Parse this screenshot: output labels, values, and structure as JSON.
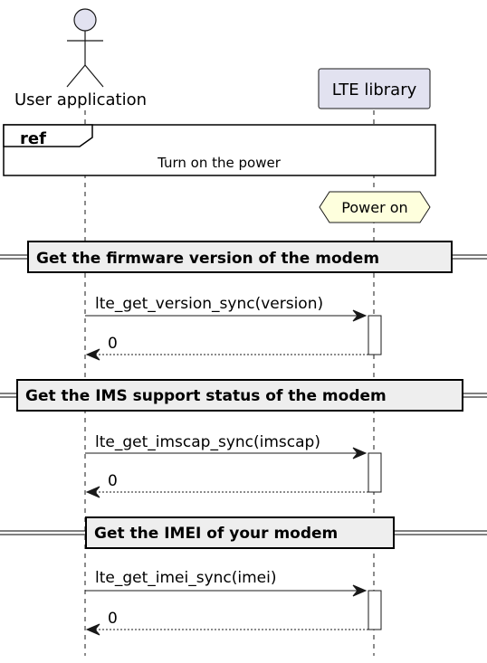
{
  "participants": {
    "user": {
      "label": "User application"
    },
    "lte": {
      "label": "LTE library"
    }
  },
  "ref": {
    "tag": "ref",
    "text": "Turn on the power"
  },
  "state": {
    "label": "Power on"
  },
  "sections": [
    {
      "title": "Get the firmware version of the modem",
      "call": "lte_get_version_sync(version)",
      "return": "0"
    },
    {
      "title": "Get the IMS support status of the modem",
      "call": "lte_get_imscap_sync(imscap)",
      "return": "0"
    },
    {
      "title": "Get the IMEI of your modem",
      "call": "lte_get_imei_sync(imei)",
      "return": "0"
    }
  ],
  "colors": {
    "participant_fill": "#E2E2F0",
    "divider_fill": "#EEEEEE",
    "state_fill": "#FEFFDD",
    "line": "#181818"
  }
}
